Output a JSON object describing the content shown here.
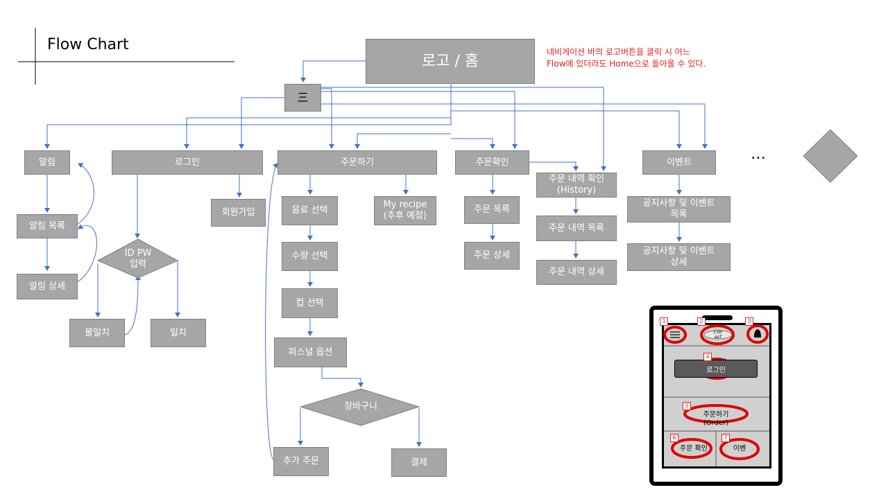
{
  "title": "Flow Chart",
  "note": "네비게이션 바의 로고버튼을 클릭 시 어느\nFlow에 있더라도 Home으로 돌아올 수 있다.",
  "ellipsis": "…",
  "nodes": {
    "home": "로고 / 홈",
    "menu": "三",
    "alarm": "알림",
    "alarm_list": "알림 목록",
    "alarm_detail": "알림 상세",
    "login": "로그인",
    "signup": "회원가입",
    "idpw": "ID PW\n입력",
    "mismatch": "불일치",
    "match": "일치",
    "order": "주문하기",
    "drink": "음료 선택",
    "qty": "수량 선택",
    "cup": "컵 선택",
    "personal": "퍼스널 옵션",
    "cart": "장바구니",
    "add_order": "추가 주문",
    "pay": "결제",
    "recipe": "My recipe\n(추후 예정)",
    "order_check": "주문확인",
    "order_list": "주문 목록",
    "order_detail": "주문 상세",
    "history": "주문 내역 확인\n(History)",
    "history_list": "주문 내역 목록",
    "history_detail": "주문 내역 상세",
    "event": "이벤트",
    "notice_list": "공지사항 및 이벤트\n목록",
    "notice_detail": "공지사항 및 이벤트\n상세"
  },
  "phone": {
    "logo": "CStr\naaT",
    "login": "로그인",
    "order": "주문하기\n(Order)",
    "order_check": "주문 확인",
    "event": "이벤",
    "markers": [
      "1",
      "2",
      "3",
      "4",
      "5",
      "6",
      "7"
    ]
  },
  "colors": {
    "node_fill": "#a6a6a6",
    "arrow": "#4472c4",
    "note": "#e02020",
    "highlight": "#e00000"
  }
}
